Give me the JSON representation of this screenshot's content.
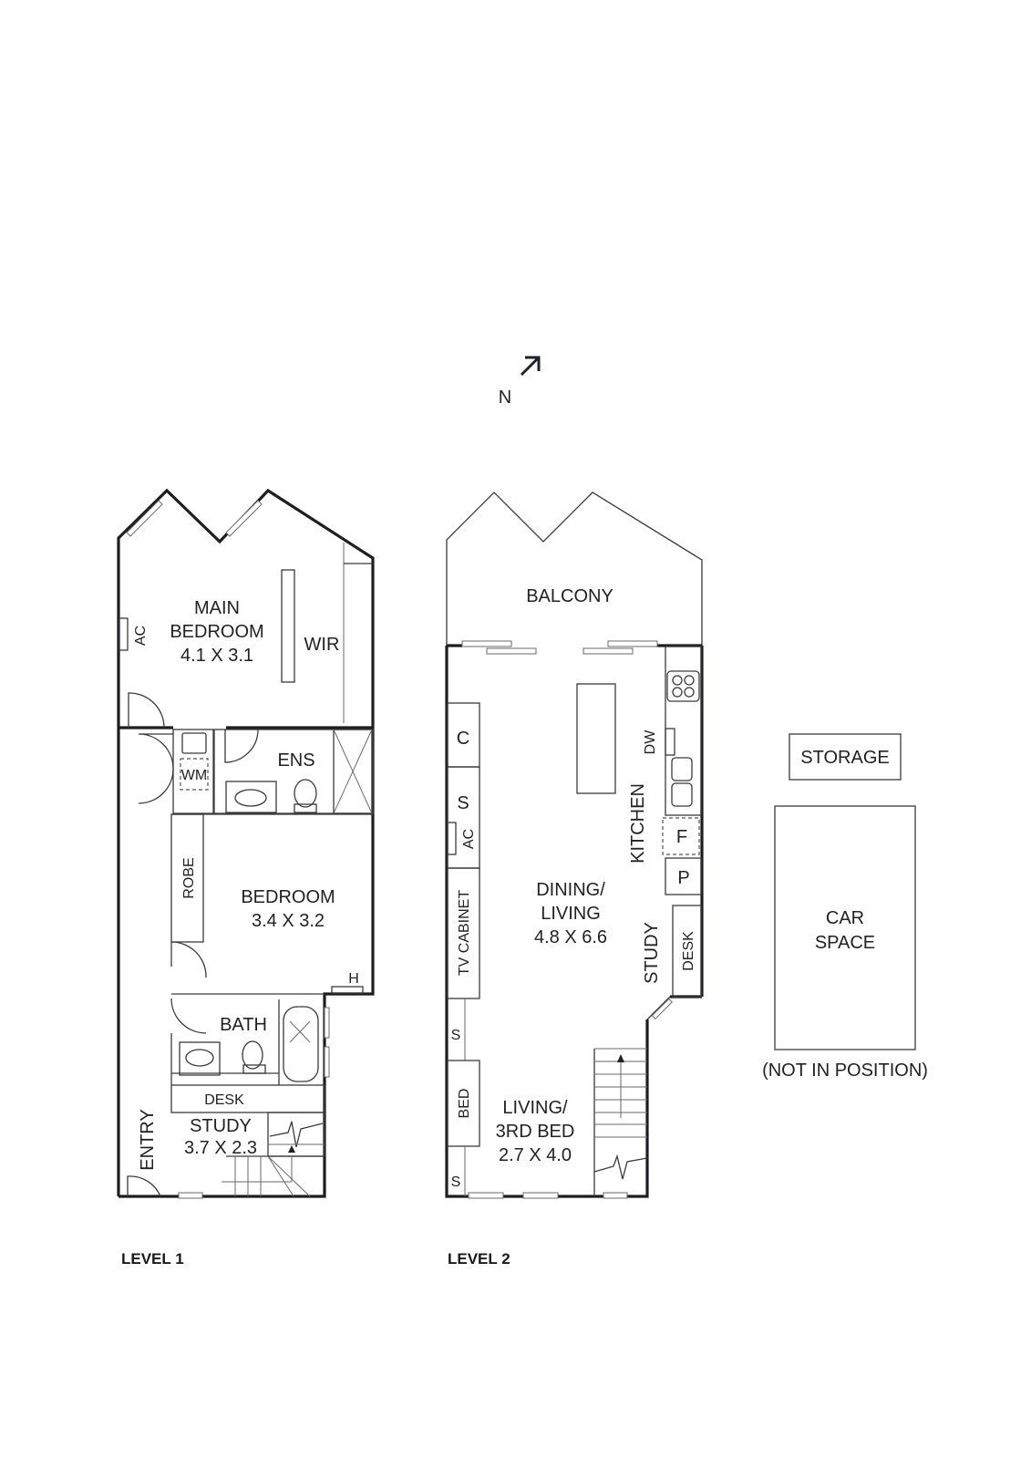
{
  "compass": {
    "label": "N",
    "icon": "north-arrow-icon"
  },
  "levels": [
    {
      "label": "LEVEL 1",
      "rooms": {
        "main_bedroom": {
          "name_line1": "MAIN",
          "name_line2": "BEDROOM",
          "size": "4.1 X 3.1"
        },
        "wir": "WIR",
        "ac": "AC",
        "ens": "ENS",
        "wm": "WM",
        "robe": "ROBE",
        "bedroom": {
          "name": "BEDROOM",
          "size": "3.4 X 3.2"
        },
        "heater": "H",
        "bath": "BATH",
        "desk": "DESK",
        "study": {
          "name": "STUDY",
          "size": "3.7 X 2.3"
        },
        "entry": "ENTRY"
      }
    },
    {
      "label": "LEVEL 2",
      "rooms": {
        "balcony": "BALCONY",
        "cupboard": "C",
        "storage1": "S",
        "ac": "AC",
        "tv_cabinet": "TV CABINET",
        "dw": "DW",
        "kitchen": "KITCHEN",
        "fridge": "F",
        "pantry": "P",
        "dining_living": {
          "name_line1": "DINING/",
          "name_line2": "LIVING",
          "size": "4.8 X 6.6"
        },
        "study": "STUDY",
        "desk": "DESK",
        "storage2": "S",
        "bed": "BED",
        "storage3": "S",
        "living_3rd_bed": {
          "name_line1": "LIVING/",
          "name_line2": "3RD BED",
          "size": "2.7 X 4.0"
        }
      }
    }
  ],
  "outbuildings": {
    "storage": "STORAGE",
    "car_space": {
      "line1": "CAR",
      "line2": "SPACE"
    },
    "note": "(NOT IN POSITION)"
  }
}
